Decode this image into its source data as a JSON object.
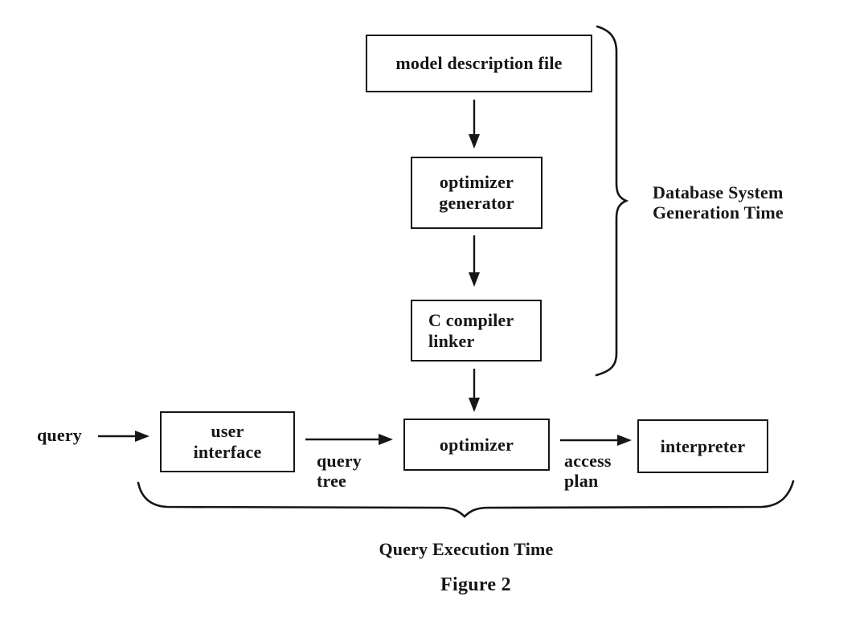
{
  "colors": {
    "ink": "#161616",
    "paper": "#ffffff"
  },
  "boxes": {
    "model_description_file": "model description file",
    "optimizer_generator": "optimizer\ngenerator",
    "c_compiler_linker": "C compiler\nlinker",
    "user_interface": "user\ninterface",
    "optimizer": "optimizer",
    "interpreter": "interpreter"
  },
  "edge_labels": {
    "query": "query",
    "query_tree": "query\ntree",
    "access_plan": "access\nplan"
  },
  "phase_labels": {
    "generation_time": "Database System\nGeneration Time",
    "execution_time": "Query Execution Time"
  },
  "caption": "Figure 2"
}
